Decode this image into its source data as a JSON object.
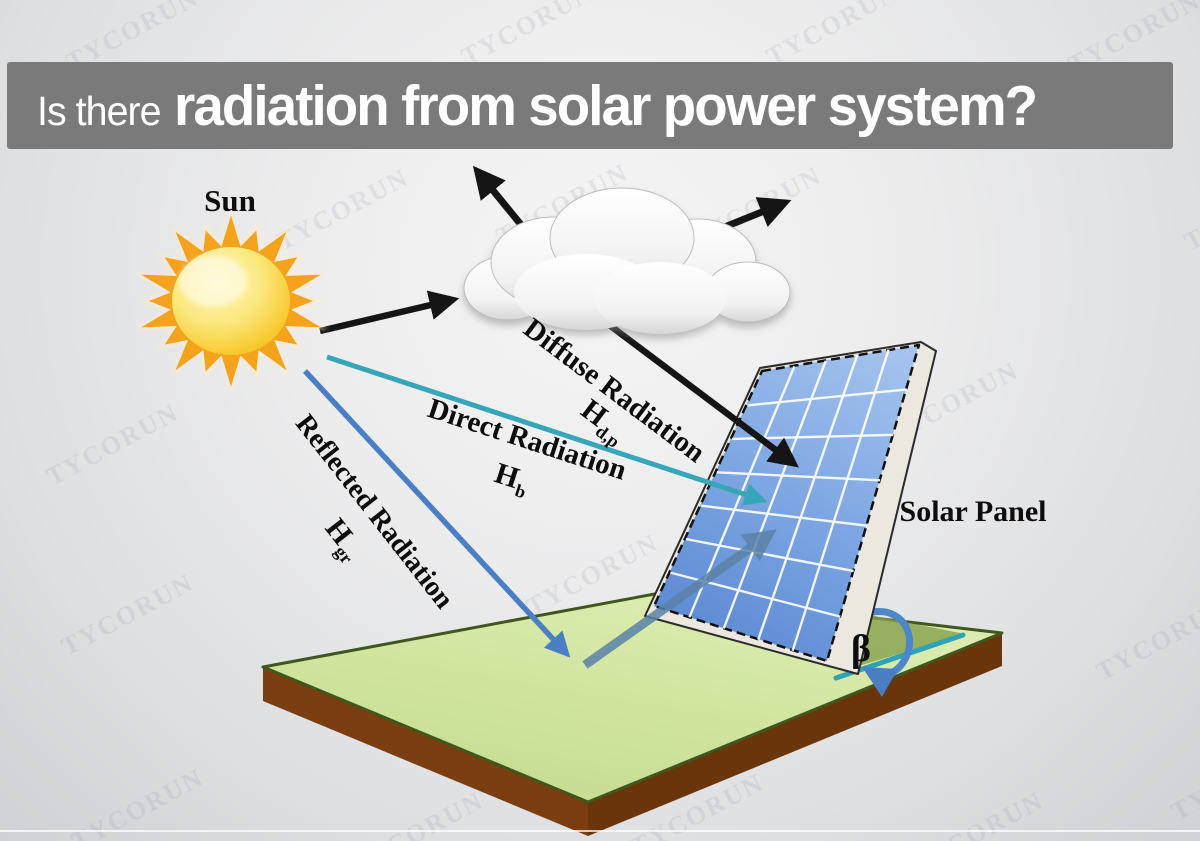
{
  "title": {
    "prefix": "Is there",
    "emphasis": "radiation from solar power system?"
  },
  "diagram": {
    "sun_label": "Sun",
    "solar_panel_label": "Solar Panel",
    "beta_label": "β",
    "rays": [
      {
        "name": "Diffuse Radiation",
        "symbol": "H",
        "subscript": "d,p"
      },
      {
        "name": "Direct Radiation",
        "symbol": "H",
        "subscript": "b"
      },
      {
        "name": "Reflected Radiation",
        "symbol": "H",
        "subscript": "gr"
      }
    ]
  },
  "watermark": {
    "text": "TYCORUN"
  },
  "colors": {
    "title_bar": "#7a7a7a",
    "title_text": "#ffffff",
    "diffuse_ray": "#151515",
    "direct_ray": "#36a6b8",
    "reflected_ray": "#4a7fc4",
    "reflected_on_panel": "#5b82a8",
    "panel_blue": "#7da6e2",
    "panel_frame": "#ebe8df",
    "ground_green": "#cde49c",
    "ground_brown": "#74390f",
    "sun_body_yellow": "#f8c523",
    "sun_ray_orange": "#f5a31d",
    "beta_arc_blue": "#4e86c9"
  }
}
